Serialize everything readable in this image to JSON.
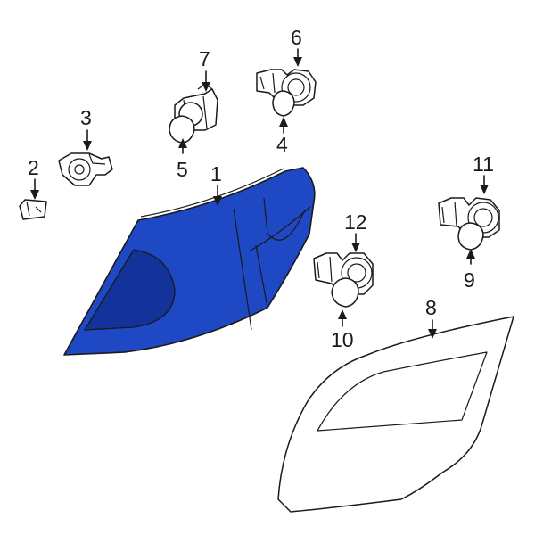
{
  "colors": {
    "highlight": "#1f48c4",
    "highlight_dark": "#14339a",
    "line": "#1a1a1a",
    "background": "#ffffff"
  },
  "callouts": {
    "c1": "1",
    "c2": "2",
    "c3": "3",
    "c4": "4",
    "c5": "5",
    "c6": "6",
    "c7": "7",
    "c8": "8",
    "c9": "9",
    "c10": "10",
    "c11": "11",
    "c12": "12"
  },
  "parts": {
    "tail_lamp": "tail-lamp-assembly-highlighted",
    "inner_lamp": "inner-lamp-outline"
  }
}
